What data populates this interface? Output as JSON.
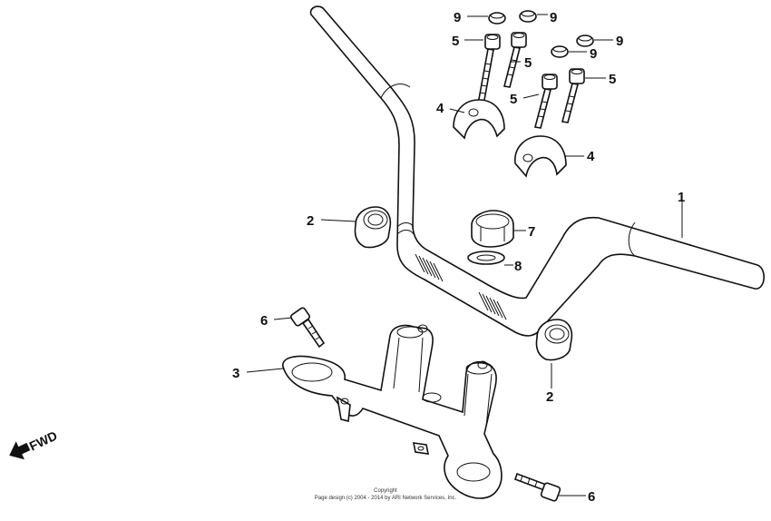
{
  "direction": {
    "label": "FWD",
    "icon": "arrow-left-down-icon"
  },
  "callouts": [
    {
      "id": "c9a",
      "label": "9"
    },
    {
      "id": "c9b",
      "label": "9"
    },
    {
      "id": "c9c",
      "label": "9"
    },
    {
      "id": "c9d",
      "label": "9"
    },
    {
      "id": "c5a",
      "label": "5"
    },
    {
      "id": "c5b",
      "label": "5"
    },
    {
      "id": "c5c",
      "label": "5"
    },
    {
      "id": "c5d",
      "label": "5"
    },
    {
      "id": "c4a",
      "label": "4"
    },
    {
      "id": "c4b",
      "label": "4"
    },
    {
      "id": "c1",
      "label": "1"
    },
    {
      "id": "c2a",
      "label": "2"
    },
    {
      "id": "c2b",
      "label": "2"
    },
    {
      "id": "c7",
      "label": "7"
    },
    {
      "id": "c8",
      "label": "8"
    },
    {
      "id": "c6a",
      "label": "6"
    },
    {
      "id": "c6b",
      "label": "6"
    },
    {
      "id": "c3",
      "label": "3"
    }
  ],
  "copyright": {
    "line1": "Copyright",
    "line2": "Page design (c) 2004 - 2014 by ARI Network Services, Inc."
  }
}
